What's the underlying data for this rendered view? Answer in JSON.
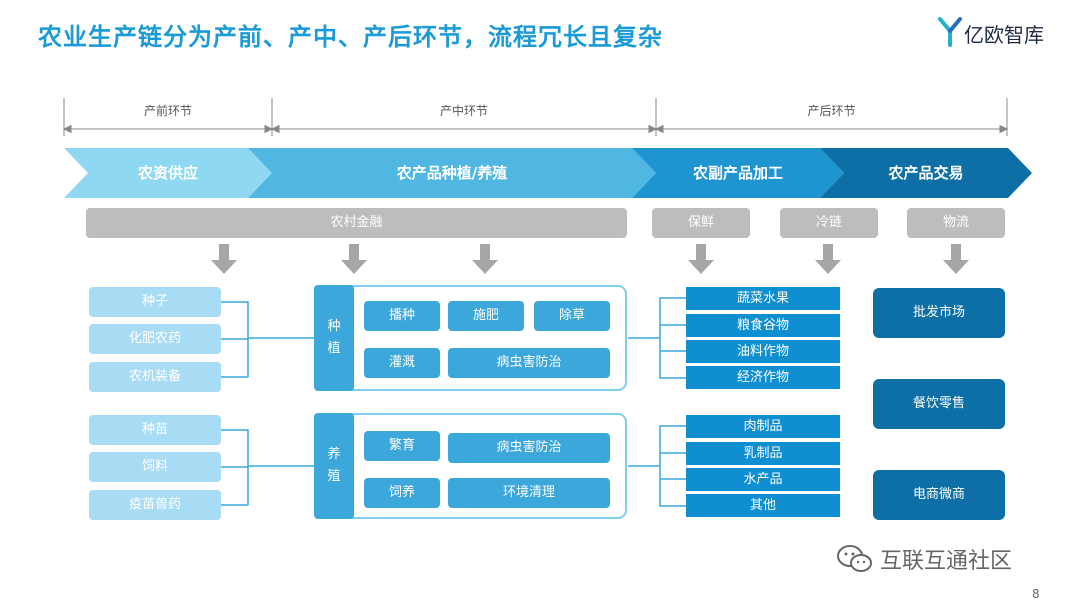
{
  "title": "农业生产链分为产前、产中、产后环节，流程冗长且复杂",
  "logo_text": "亿欧智库",
  "stages": [
    "产前环节",
    "产中环节",
    "产后环节"
  ],
  "chain": [
    "农资供应",
    "农产品种植/养殖",
    "农副产品加工",
    "农产品交易"
  ],
  "support": [
    "农村金融",
    "保鲜",
    "冷链",
    "物流"
  ],
  "pre_planting": [
    "种子",
    "化肥农药",
    "农机装备"
  ],
  "pre_breeding": [
    "种苗",
    "饲料",
    "疫苗兽药"
  ],
  "planting": {
    "label": "种植",
    "items": [
      "播种",
      "施肥",
      "除草",
      "灌溉",
      "病虫害防治"
    ]
  },
  "breeding": {
    "label": "养殖",
    "items": [
      "繁育",
      "病虫害防治",
      "饲养",
      "环境清理"
    ]
  },
  "post_planting": [
    "蔬菜水果",
    "粮食谷物",
    "油料作物",
    "经济作物"
  ],
  "post_breeding": [
    "肉制品",
    "乳制品",
    "水产品",
    "其他"
  ],
  "markets": [
    "批发市场",
    "餐饮零售",
    "电商微商"
  ],
  "watermark": "互联互通社区",
  "page_number": "8",
  "colors": {
    "title": "#1a9ad6",
    "chain": [
      "#8ed8f1",
      "#4fb7e2",
      "#1e94d1",
      "#0e6fa6"
    ],
    "light_pill": "#a8dcf4",
    "mid_cell": "#3ca7da",
    "dark_cell": "#0f8fd2",
    "market": "#0e6fa6",
    "support": "#bdbdbd"
  }
}
